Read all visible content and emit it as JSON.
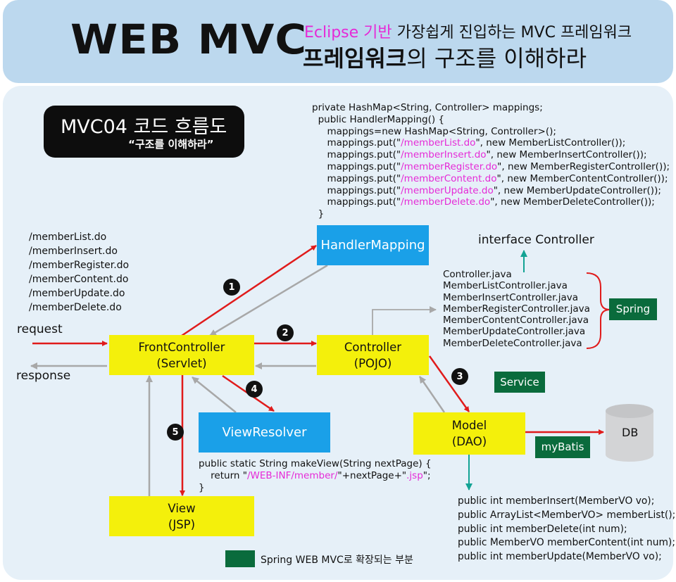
{
  "header": {
    "main_title": "WEB MVC",
    "sub_line1_highlight": "Eclipse 기반",
    "sub_line1_rest": " 가장쉽게 진입하는 MVC 프레임워크",
    "sub_line2_bold": "프레임워크",
    "sub_line2_rest": "의 구조를 이해하라"
  },
  "flow_box": {
    "title": "MVC04 코드 흐름도",
    "subtitle": "“구조를 이해하라”"
  },
  "handler_code": {
    "line1": "private HashMap<String, Controller> mappings;",
    "line2": "  public HandlerMapping() {",
    "mappings": [
      {
        "pre": "     mappings=new HashMap<String, Controller>();",
        "url": "",
        "post": ""
      },
      {
        "pre": "     mappings.put(\"",
        "url": "/memberList.do",
        "post": "\", new MemberListController());"
      },
      {
        "pre": "     mappings.put(\"",
        "url": "/memberInsert.do",
        "post": "\", new MemberInsertController());"
      },
      {
        "pre": "     mappings.put(\"",
        "url": "/memberRegister.do",
        "post": "\", new MemberRegisterController());"
      },
      {
        "pre": "     mappings.put(\"",
        "url": "/memberContent.do",
        "post": "\", new MemberContentController());"
      },
      {
        "pre": "     mappings.put(\"",
        "url": "/memberUpdate.do",
        "post": "\", new MemberUpdateController());"
      },
      {
        "pre": "     mappings.put(\"",
        "url": "/memberDelete.do",
        "post": "\", new MemberDeleteController());"
      }
    ],
    "closing": "  }"
  },
  "url_list": [
    "/memberList.do",
    "/memberInsert.do",
    "/memberRegister.do",
    "/memberContent.do",
    "/memberUpdate.do",
    "/memberDelete.do"
  ],
  "labels": {
    "request": "request",
    "response": "response",
    "interface_controller": "interface Controller"
  },
  "controller_files": [
    "Controller.java",
    "MemberListController.java",
    "MemberInsertController.java",
    "MemberRegisterController.java",
    "MemberContentController.java",
    "MemberUpdateController.java",
    "MemberDeleteController.java"
  ],
  "blocks": {
    "handler_mapping": "HandlerMapping",
    "front_controller_l1": "FrontController",
    "front_controller_l2": "(Servlet)",
    "controller_l1": "Controller",
    "controller_l2": "(POJO)",
    "view_resolver": "ViewResolver",
    "model_l1": "Model",
    "model_l2": "(DAO)",
    "view_l1": "View",
    "view_l2": "(JSP)",
    "db": "DB"
  },
  "green_tags": {
    "spring": "Spring",
    "service": "Service",
    "mybatis": "myBatis",
    "legend": "Spring WEB MVC로 확장되는 부분"
  },
  "steps": [
    "1",
    "2",
    "3",
    "4",
    "5"
  ],
  "viewresolver_code": {
    "line1": "public static String makeView(String nextPage) {",
    "line2_pre": "    return \"",
    "line2_path": "/WEB-INF/member/",
    "line2_mid": "\"+nextPage+\"",
    "line2_ext": ".jsp",
    "line2_post": "\";",
    "line3": "}"
  },
  "dao_methods": [
    "public int memberInsert(MemberVO vo);",
    "public ArrayList<MemberVO> memberList();",
    "public int memberDelete(int num);",
    "public MemberVO memberContent(int num);",
    "public int memberUpdate(MemberVO vo);"
  ],
  "colors": {
    "header_band": "#bcd8ee",
    "panel": "#e6f0f8",
    "yellow_block": "#f4f00b",
    "blue_block": "#1aa0e8",
    "green_tag": "#0a6b3c",
    "red_arrow": "#e01b1b",
    "gray_arrow": "#a8a8a8",
    "teal_arrow": "#13a394",
    "magenta_text": "#e52ad7"
  }
}
